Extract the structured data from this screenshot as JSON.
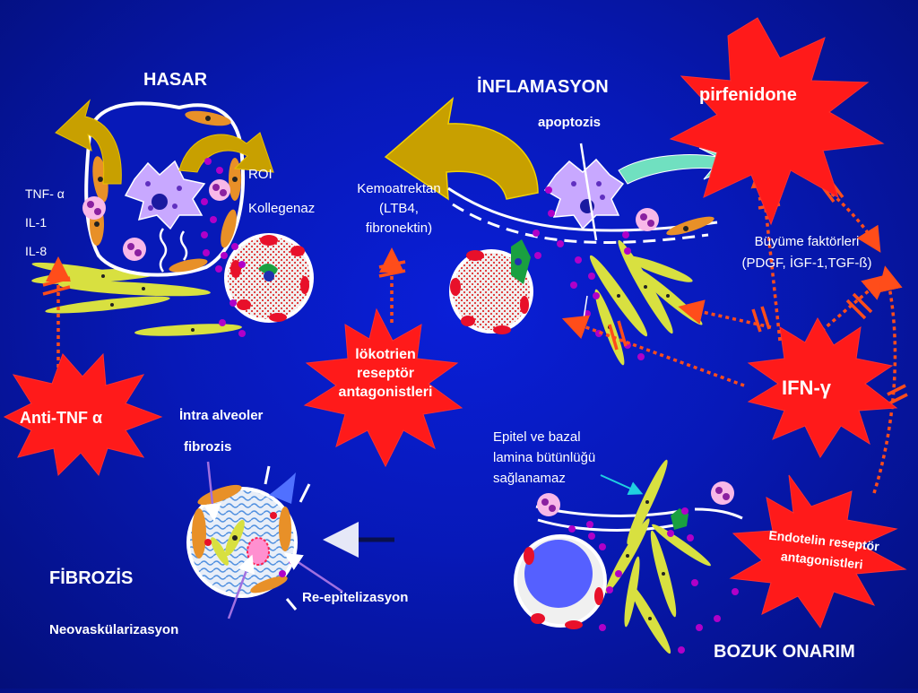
{
  "sections": {
    "hasar": "HASAR",
    "inflamasyon": "İNFLAMASYON",
    "fibrozis": "FİBROZİS",
    "bozuk_onarim": "BOZUK ONARIM"
  },
  "cytokines": {
    "tnf": "TNF- α",
    "il1": "IL-1",
    "il8": "IL-8"
  },
  "hasar_labels": {
    "roi": "ROI",
    "kollegenaz": "Kollegenaz"
  },
  "inflamasyon_labels": {
    "apoptozis": "apoptozis",
    "kemoatrektan_line1": "Kemoatrektan",
    "kemoatrektan_line2": "(LTB4,",
    "kemoatrektan_line3": "fibronektin)",
    "buyume_line1": "Büyüme faktörleri",
    "buyume_line2": "(PDGF, İGF-1,TGF-ß)"
  },
  "fibrozis_labels": {
    "intra_line1": "İntra alveoler",
    "intra_line2": "fibrozis",
    "reepitel": "Re-epitelizasyon",
    "neovask": "Neovaskülarizasyon"
  },
  "repair_labels": {
    "epitel_line1": "Epitel ve bazal",
    "epitel_line2": "lamina bütünlüğü",
    "epitel_line3": "sağlanamaz"
  },
  "drugs": {
    "pirfenidone": "pirfenidone",
    "anti_tnf": "Anti-TNF α",
    "lokotrien_line1": "lökotrien",
    "lokotrien_line2": "reseptör",
    "lokotrien_line3": "antagonistleri",
    "ifn": "IFN-γ",
    "endotelin_line1": "Endotelin reseptör",
    "endotelin_line2": "antagonistleri"
  },
  "colors": {
    "background": "#0719b8",
    "burst_fill": "#ff1a1a",
    "arrow_dotted": "#ff4d1a",
    "curved_arrow": "#f5c400",
    "fibroblast": "#d8e040",
    "vessel_red": "#e8102a",
    "macrophage": "#c8a8ff",
    "purple_dot": "#b000c8"
  }
}
